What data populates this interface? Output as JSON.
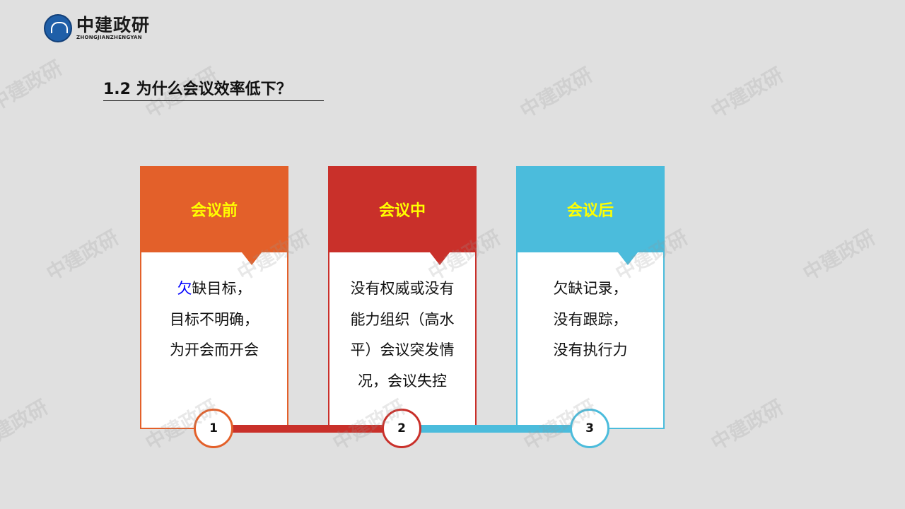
{
  "logo": {
    "cn": "中建政研",
    "en": "ZHONGJIANZHENGYAN"
  },
  "title": "1.2 为什么会议效率低下？",
  "watermark": "中建政研",
  "colors": {
    "orange": "#e3602a",
    "red": "#c9302a",
    "blue": "#4bbcdc",
    "heading_text": "#ffff00",
    "highlight": "#0000ff"
  },
  "cards": [
    {
      "heading": "会议前",
      "highlight": "欠",
      "lines": [
        "缺目标，",
        "目标不明确，",
        "为开会而开会"
      ],
      "number": "1"
    },
    {
      "heading": "会议中",
      "lines": [
        "没有权威或没有",
        "能力组织（高水",
        "平）会议突发情",
        "况，会议失控"
      ],
      "number": "2"
    },
    {
      "heading": "会议后",
      "lines": [
        "欠缺记录，",
        "没有跟踪，",
        "没有执行力"
      ],
      "number": "3"
    }
  ]
}
